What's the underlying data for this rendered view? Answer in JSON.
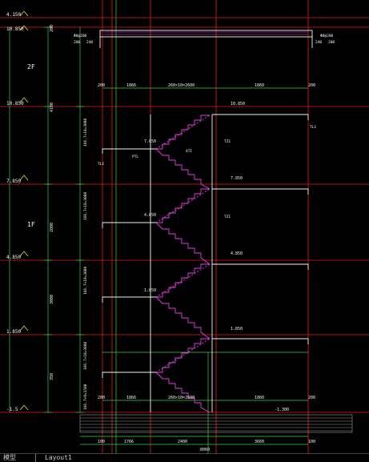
{
  "levels": {
    "top_left": "4.150",
    "l1": "10.850",
    "floor_2f": "2F",
    "l2": "10.850",
    "l3": "7.850",
    "floor_1f": "1F",
    "l4": "4.850",
    "l5": "1.850",
    "l6": "-1.5"
  },
  "dims_left_vertical": [
    "200",
    "4100",
    "2800",
    "3000",
    "350"
  ],
  "dims_stair_flights": [
    "166.7×18=3000",
    "166.7×18=3000",
    "166.7×18=3000",
    "166.7×18=3000",
    "166.7×9=1500"
  ],
  "dims_horizontal_upper": [
    "200",
    "1866",
    "260×10=2600",
    "1860",
    "200"
  ],
  "dims_horizontal_lower": [
    "200",
    "1866",
    "260×10=2600",
    "1860",
    "200"
  ],
  "dims_bottom": [
    "100",
    "1766",
    "2400",
    "3660",
    "100"
  ],
  "dims_bottom_total": "8060",
  "landing_labels": [
    "TL1",
    "TZ1",
    "PTL",
    "ATI",
    "TZ1",
    "TL1"
  ],
  "landing_levels": [
    "10.850",
    "7.850",
    "7.850",
    "4.850",
    "4.850",
    "1.850",
    "1.850",
    "-1.300"
  ],
  "top_labels": [
    "Φ8@200",
    "200",
    "240",
    "240",
    "200",
    "Φ8@200"
  ],
  "tabs": {
    "model": "模型",
    "layout": "Layout1"
  },
  "colors": {
    "grid": "#e81818",
    "outline": "#f5f5f5",
    "dim": "#3cd23c",
    "stair": "#e040e0",
    "text": "#f5f5f5",
    "level": "#f0f050",
    "ground": "#9a9a9a"
  }
}
